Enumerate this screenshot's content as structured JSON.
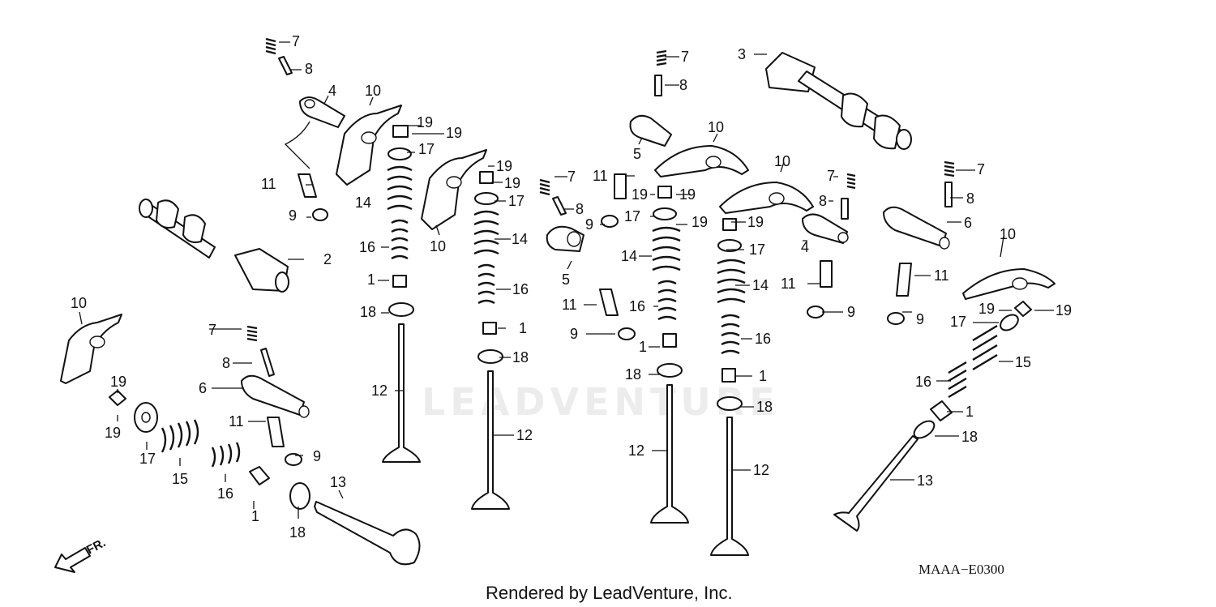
{
  "diagram": {
    "watermark": "LEADVENTURE",
    "diagram_code": "MAAA−E0300",
    "credit": "Rendered by LeadVenture, Inc.",
    "front_indicator": "FR.",
    "callouts": [
      {
        "id": "c7a",
        "text": "7"
      },
      {
        "id": "c8a",
        "text": "8"
      },
      {
        "id": "c4a",
        "text": "4"
      },
      {
        "id": "c10a",
        "text": "10"
      },
      {
        "id": "c19a",
        "text": "19"
      },
      {
        "id": "c19b",
        "text": "19"
      },
      {
        "id": "c17a",
        "text": "17"
      },
      {
        "id": "c11a",
        "text": "11"
      },
      {
        "id": "c14a",
        "text": "14"
      },
      {
        "id": "c9a",
        "text": "9"
      },
      {
        "id": "c2",
        "text": "2"
      },
      {
        "id": "c16a",
        "text": "16"
      },
      {
        "id": "c1a",
        "text": "1"
      },
      {
        "id": "c18a",
        "text": "18"
      },
      {
        "id": "c12a",
        "text": "12"
      },
      {
        "id": "c10b",
        "text": "10"
      },
      {
        "id": "c19c",
        "text": "19"
      },
      {
        "id": "c19d",
        "text": "19"
      },
      {
        "id": "c17b",
        "text": "17"
      },
      {
        "id": "c14b",
        "text": "14"
      },
      {
        "id": "c16b",
        "text": "16"
      },
      {
        "id": "c1b",
        "text": "1"
      },
      {
        "id": "c18b",
        "text": "18"
      },
      {
        "id": "c12b",
        "text": "12"
      },
      {
        "id": "c7b",
        "text": "7"
      },
      {
        "id": "c8b",
        "text": "8"
      },
      {
        "id": "c9b",
        "text": "9"
      },
      {
        "id": "c5a",
        "text": "5"
      },
      {
        "id": "c11b",
        "text": "11"
      },
      {
        "id": "c9c",
        "text": "9"
      },
      {
        "id": "c7c",
        "text": "7"
      },
      {
        "id": "c8c",
        "text": "8"
      },
      {
        "id": "c5b",
        "text": "5"
      },
      {
        "id": "c10c",
        "text": "10"
      },
      {
        "id": "c11c",
        "text": "11"
      },
      {
        "id": "c19e",
        "text": "19"
      },
      {
        "id": "c19f",
        "text": "19"
      },
      {
        "id": "c17c",
        "text": "17"
      },
      {
        "id": "c14c",
        "text": "14"
      },
      {
        "id": "c16c",
        "text": "16"
      },
      {
        "id": "c1c",
        "text": "1"
      },
      {
        "id": "c18c",
        "text": "18"
      },
      {
        "id": "c12c",
        "text": "12"
      },
      {
        "id": "c3",
        "text": "3"
      },
      {
        "id": "c10d",
        "text": "10"
      },
      {
        "id": "c7d",
        "text": "7"
      },
      {
        "id": "c8d",
        "text": "8"
      },
      {
        "id": "c19g",
        "text": "19"
      },
      {
        "id": "c19h",
        "text": "19"
      },
      {
        "id": "c4b",
        "text": "4"
      },
      {
        "id": "c17d",
        "text": "17"
      },
      {
        "id": "c11d",
        "text": "11"
      },
      {
        "id": "c14d",
        "text": "14"
      },
      {
        "id": "c9d",
        "text": "9"
      },
      {
        "id": "c16d",
        "text": "16"
      },
      {
        "id": "c1d",
        "text": "1"
      },
      {
        "id": "c18d",
        "text": "18"
      },
      {
        "id": "c12d",
        "text": "12"
      },
      {
        "id": "c7e",
        "text": "7"
      },
      {
        "id": "c8e",
        "text": "8"
      },
      {
        "id": "c6a",
        "text": "6"
      },
      {
        "id": "c10e",
        "text": "10"
      },
      {
        "id": "c11e",
        "text": "11"
      },
      {
        "id": "c9e",
        "text": "9"
      },
      {
        "id": "c19i",
        "text": "19"
      },
      {
        "id": "c19j",
        "text": "19"
      },
      {
        "id": "c17e",
        "text": "17"
      },
      {
        "id": "c15a",
        "text": "15"
      },
      {
        "id": "c16e",
        "text": "16"
      },
      {
        "id": "c1e",
        "text": "1"
      },
      {
        "id": "c18e",
        "text": "18"
      },
      {
        "id": "c13a",
        "text": "13"
      },
      {
        "id": "c10f",
        "text": "10"
      },
      {
        "id": "c7f",
        "text": "7"
      },
      {
        "id": "c8f",
        "text": "8"
      },
      {
        "id": "c6b",
        "text": "6"
      },
      {
        "id": "c19k",
        "text": "19"
      },
      {
        "id": "c19l",
        "text": "19"
      },
      {
        "id": "c11f",
        "text": "11"
      },
      {
        "id": "c9f",
        "text": "9"
      },
      {
        "id": "c17f",
        "text": "17"
      },
      {
        "id": "c15b",
        "text": "15"
      },
      {
        "id": "c16f",
        "text": "16"
      },
      {
        "id": "c1f",
        "text": "1"
      },
      {
        "id": "c18f",
        "text": "18"
      },
      {
        "id": "c13b",
        "text": "13"
      }
    ]
  }
}
